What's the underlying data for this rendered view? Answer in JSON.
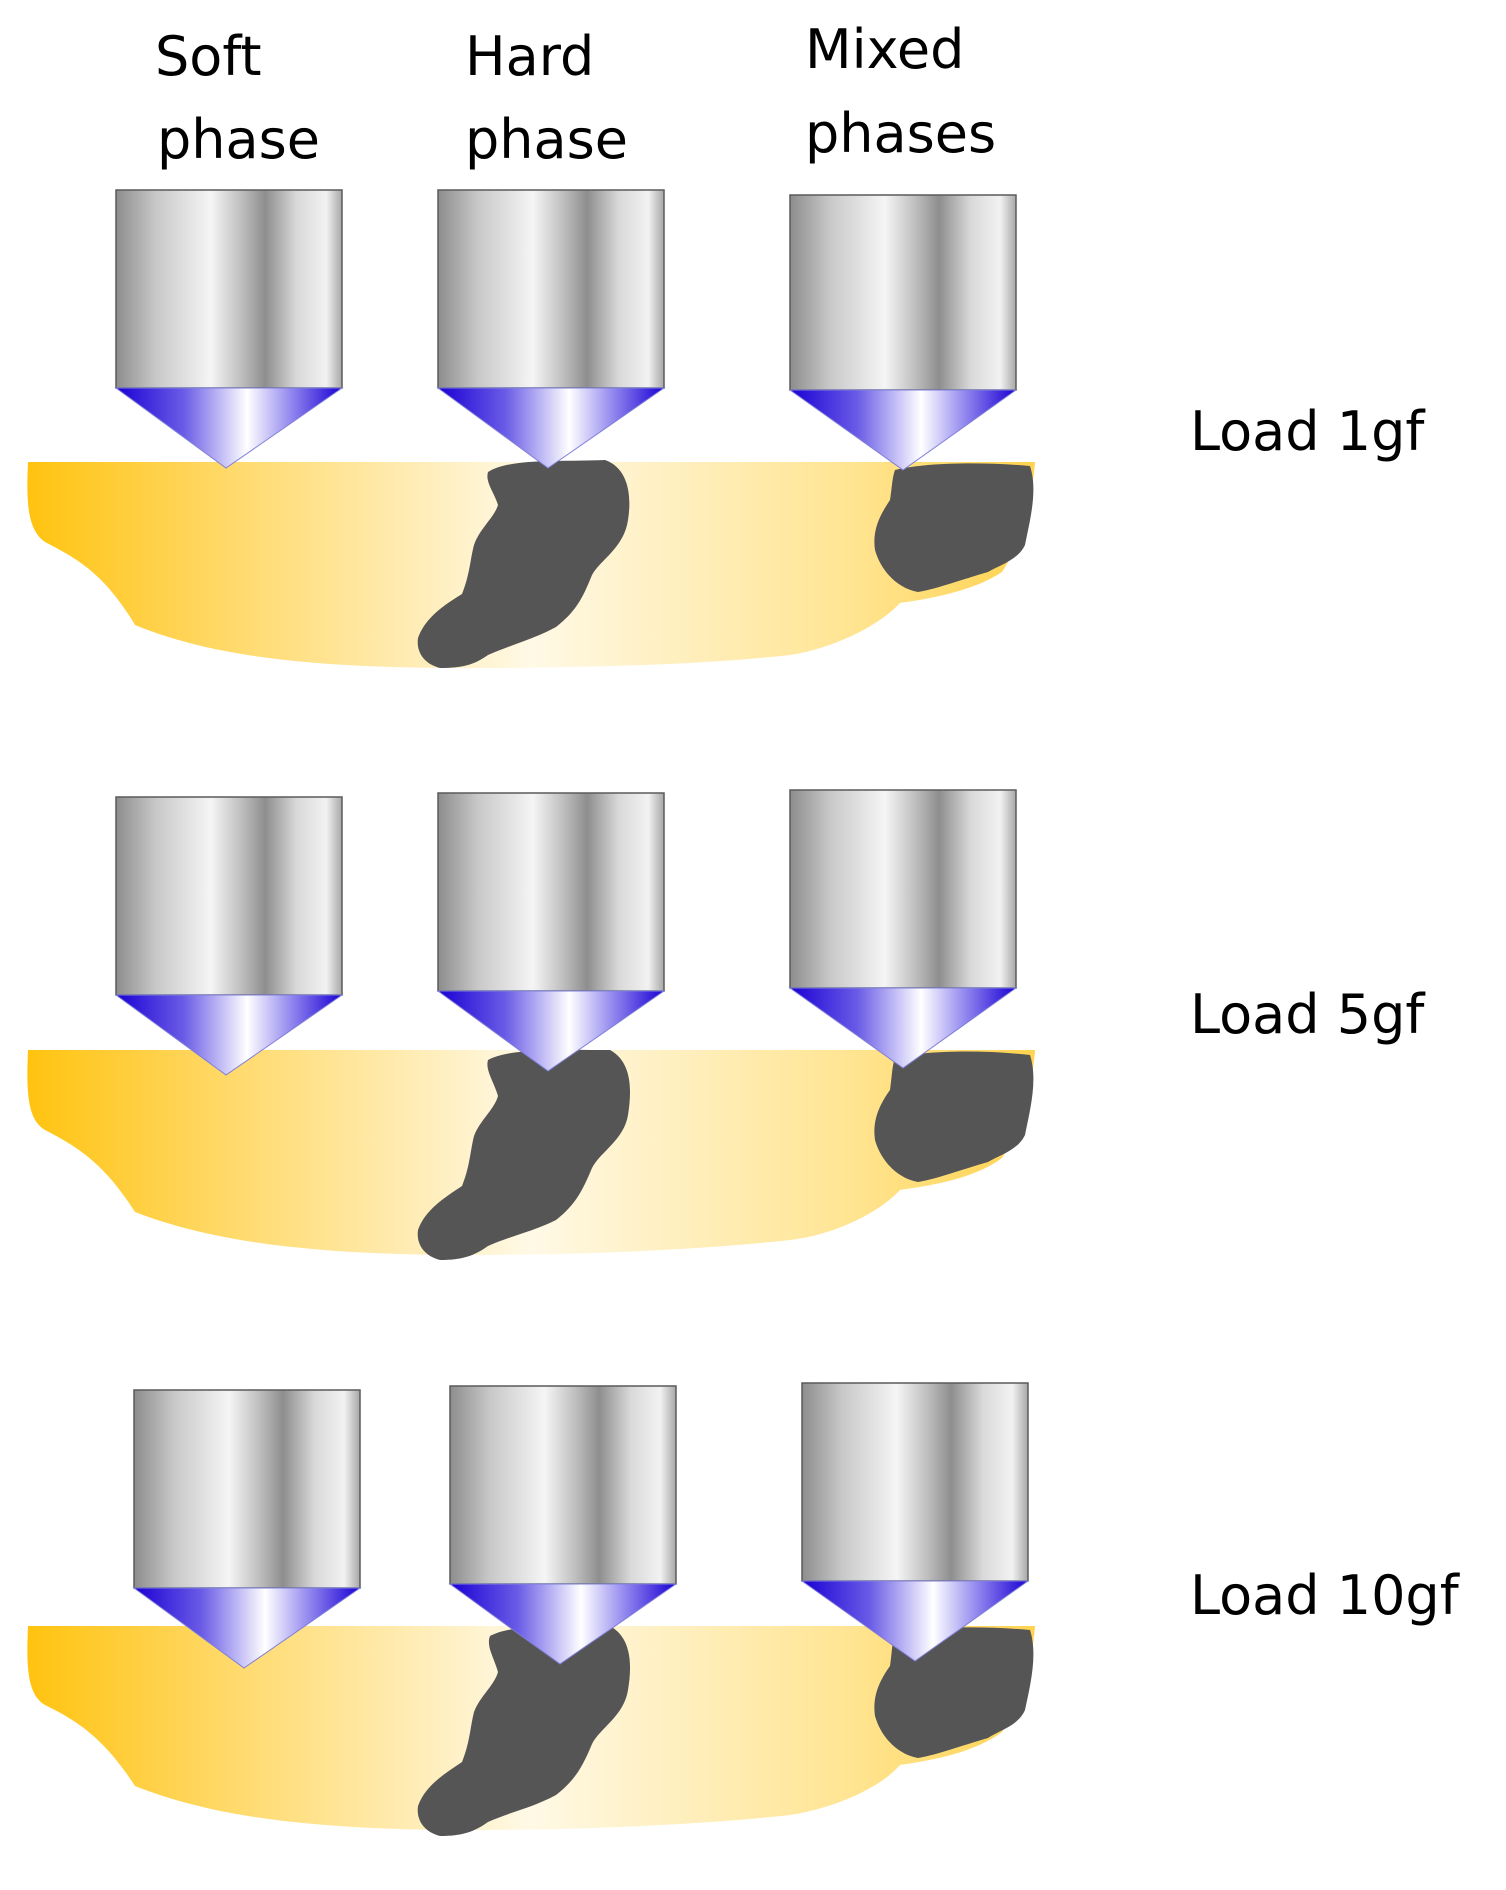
{
  "columns": [
    {
      "title_line1": "Soft",
      "title_line2": "phase"
    },
    {
      "title_line1": "Hard",
      "title_line2": "phase"
    },
    {
      "title_line1": "Mixed",
      "title_line2": "phases"
    }
  ],
  "loads": [
    {
      "label": "Load 1gf"
    },
    {
      "label": "Load 5gf"
    },
    {
      "label": "Load 10gf"
    }
  ],
  "colors": {
    "matrix_edge": "#FFC30F",
    "matrix_light": "#FFF9E6",
    "hard_particle": "#555555",
    "tip_blue": "#1A00D4",
    "tip_white": "#FFFFFF",
    "cylinder_dark": "#8A8A8A",
    "cylinder_light": "#F4F4F4",
    "outline": "#5A5A5A"
  }
}
